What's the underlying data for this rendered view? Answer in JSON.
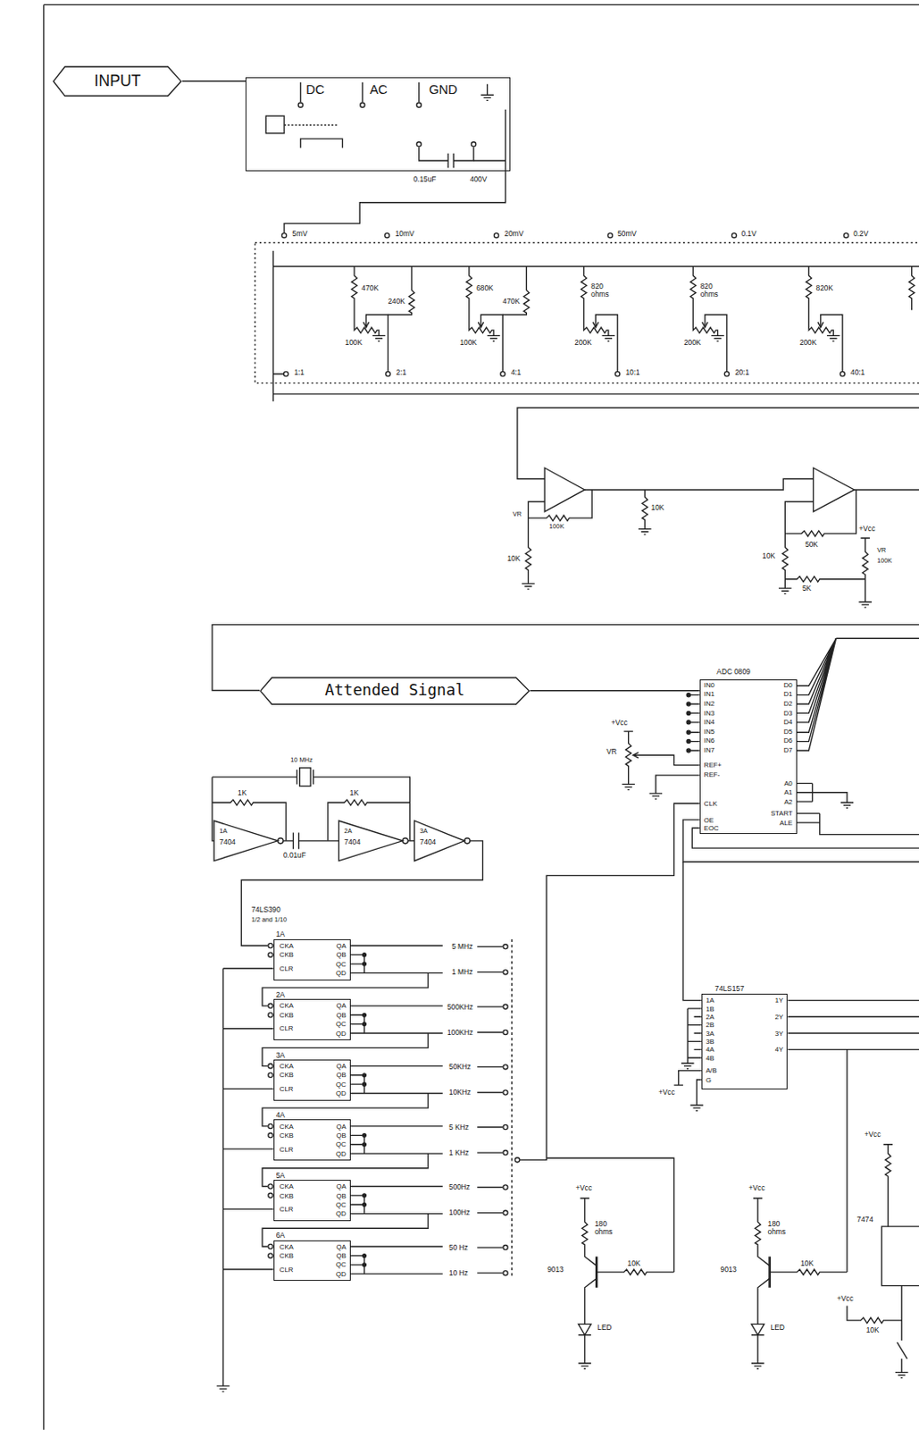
{
  "diagram": {
    "nodes": [
      {
        "text": [
          "INPUT"
        ]
      },
      {
        "text": [
          "DC",
          "AC",
          "GND"
        ]
      },
      {
        "text": [
          "Attended Signal"
        ]
      },
      {
        "text": [
          "ADC 0809",
          "IN0",
          "IN1",
          "IN2",
          "IN3",
          "IN4",
          "IN5",
          "IN6",
          "IN7",
          "REF+",
          "REF-",
          "CLK",
          "OE",
          "EOC",
          "D0",
          "D1",
          "D2",
          "D3",
          "D4",
          "D5",
          "D6",
          "D7",
          "A0",
          "A1",
          "A2",
          "START",
          "ALE"
        ]
      },
      {
        "text": [
          "1A",
          "CKA",
          "CKB",
          "CLR",
          "QA",
          "QB",
          "QC",
          "QD"
        ]
      },
      {
        "text": [
          "2A",
          "CKA",
          "CKB",
          "CLR",
          "QA",
          "QB",
          "QC",
          "QD"
        ]
      },
      {
        "text": [
          "3A",
          "CKA",
          "CKB",
          "CLR",
          "QA",
          "QB",
          "QC",
          "QD"
        ]
      },
      {
        "text": [
          "4A",
          "CKA",
          "CKB",
          "CLR",
          "QA",
          "QB",
          "QC",
          "QD"
        ]
      },
      {
        "text": [
          "5A",
          "CKA",
          "CKB",
          "CLR",
          "QA",
          "QB",
          "QC",
          "QD"
        ]
      },
      {
        "text": [
          "6A",
          "CKA",
          "CKB",
          "CLR",
          "QA",
          "QB",
          "QC",
          "QD"
        ]
      },
      {
        "text": [
          "74LS157",
          "1A",
          "1B",
          "2A",
          "2B",
          "3A",
          "3B",
          "4A",
          "4B",
          "A/B",
          "G",
          "1Y",
          "2Y",
          "3Y",
          "4Y"
        ]
      }
    ],
    "edges": [
      {
        "from": 0,
        "to": 1,
        "arrow": "none"
      },
      {
        "from": 2,
        "to": 3,
        "arrow": "none"
      }
    ],
    "labels": [
      "0.15uF",
      "400V",
      "5mV",
      "10mV",
      "20mV",
      "50mV",
      "0.1V",
      "0.2V",
      "470K",
      "240K",
      "100K",
      "680K",
      "470K",
      "100K",
      "820 ohms",
      "200K",
      "820 ohms",
      "200K",
      "820K",
      "200K",
      "1:1",
      "2:1",
      "4:1",
      "10:1",
      "20:1",
      "40:1",
      "VR",
      "100K",
      "10K",
      "10K",
      "50K",
      "10K",
      "5K",
      "+Vcc",
      "VR",
      "100K",
      "+Vcc",
      "VR",
      "10 MHz",
      "1K",
      "1K",
      "1A",
      "7404",
      "2A",
      "7404",
      "3A",
      "7404",
      "0.01uF",
      "74LS390",
      "1/2 and 1/10",
      "5 MHz",
      "1 MHz",
      "500KHz",
      "100KHz",
      "50KHz",
      "10KHz",
      "5 KHz",
      "1 KHz",
      "500Hz",
      "100Hz",
      "50 Hz",
      "10 Hz",
      "+Vcc",
      "+Vcc",
      "180 ohms",
      "9013",
      "10K",
      "LED",
      "+Vcc",
      "180 ohms",
      "9013",
      "10K",
      "LED",
      "+Vcc",
      "7474",
      "+Vcc",
      "10K"
    ]
  }
}
